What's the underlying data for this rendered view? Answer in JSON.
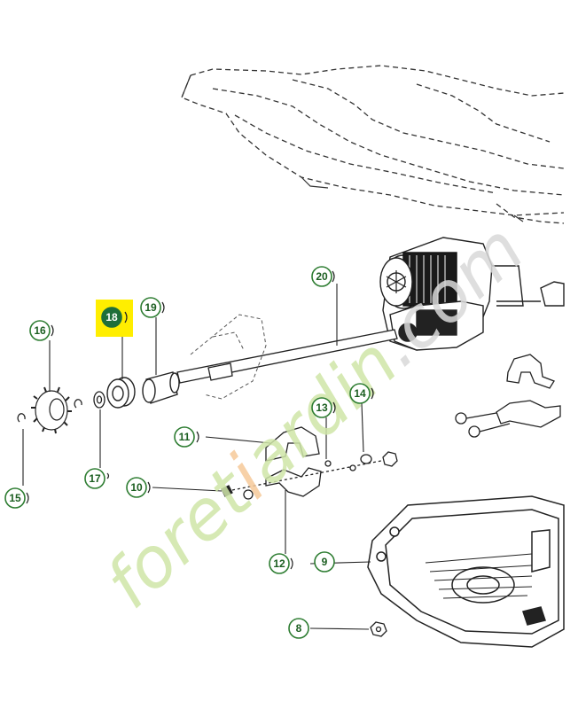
{
  "colors": {
    "line": "#222222",
    "callout_ring": "#2e7d32",
    "callout_text": "#1b5e20",
    "highlight_bg": "#ffee00",
    "highlight_badge": "#1f6f3a",
    "highlight_text": "#ffffff",
    "watermark_green": "#cfe6a8",
    "watermark_orange": "#f6c99a",
    "watermark_grey": "#d9d9d9"
  },
  "watermark": {
    "part1": "foret",
    "part2": "i",
    "part3": "ardin",
    "part4": ".com"
  },
  "callouts": [
    {
      "id": "c8",
      "label": "8"
    },
    {
      "id": "c9",
      "label": "9"
    },
    {
      "id": "c10",
      "label": "10"
    },
    {
      "id": "c11",
      "label": "11"
    },
    {
      "id": "c12",
      "label": "12"
    },
    {
      "id": "c13",
      "label": "13"
    },
    {
      "id": "c14",
      "label": "14"
    },
    {
      "id": "c15",
      "label": "15"
    },
    {
      "id": "c16",
      "label": "16"
    },
    {
      "id": "c17",
      "label": "17"
    },
    {
      "id": "c18",
      "label": "18",
      "highlighted": true
    },
    {
      "id": "c19",
      "label": "19"
    },
    {
      "id": "c20",
      "label": "20"
    }
  ]
}
